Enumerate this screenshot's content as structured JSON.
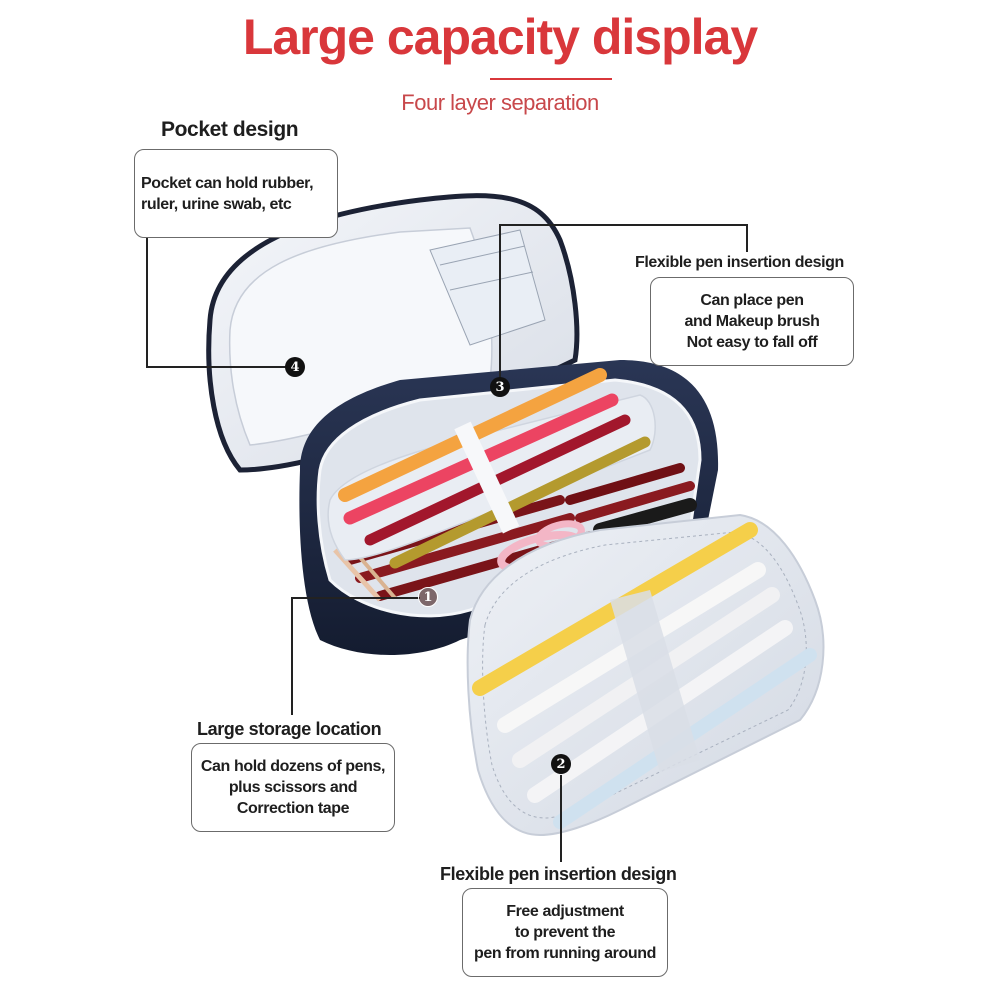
{
  "header": {
    "title": "Large capacity display",
    "subtitle": "Four layer separation",
    "accent_color": "#d9373b"
  },
  "callouts": [
    {
      "number": "1",
      "heading": "Large storage location",
      "lines": [
        "Can hold dozens of pens,",
        "plus scissors and",
        "Correction tape"
      ]
    },
    {
      "number": "2",
      "heading": "Flexible pen insertion design",
      "lines": [
        "Free adjustment",
        "to prevent the",
        "pen from running around"
      ]
    },
    {
      "number": "3",
      "heading": "Flexible pen insertion design",
      "lines": [
        "Can place pen",
        "and Makeup brush",
        "Not easy to fall off"
      ]
    },
    {
      "number": "4",
      "heading": "Pocket design",
      "lines": [
        "Pocket can hold rubber,",
        "ruler, urine swab, etc"
      ]
    }
  ],
  "product": {
    "name": "pencil-case",
    "exterior_color": "#1f2a44",
    "lining_color": "#e6eaf0"
  }
}
